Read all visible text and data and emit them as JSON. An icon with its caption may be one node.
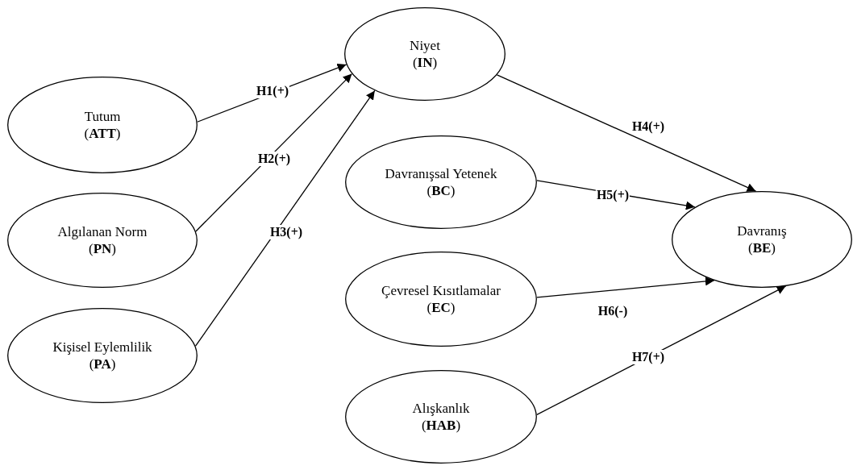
{
  "diagram": {
    "nodes": [
      {
        "text": [
          "Niyet",
          "(**IN**)"
        ]
      },
      {
        "text": [
          "Tutum",
          "(**ATT**)"
        ]
      },
      {
        "text": [
          "Algılanan Norm",
          "(**PN**)"
        ]
      },
      {
        "text": [
          "Kişisel Eylemlilik",
          "(**PA**)"
        ]
      },
      {
        "text": [
          "Davranışsal Yetenek",
          "(**BC**)"
        ]
      },
      {
        "text": [
          "Çevresel Kısıtlamalar",
          "(**EC**)"
        ]
      },
      {
        "text": [
          "Alışkanlık",
          "(**HAB**)"
        ]
      },
      {
        "text": [
          "Davranış",
          "(**BE**)"
        ]
      }
    ],
    "edges": [
      {
        "from": 1,
        "to": 0,
        "arrow": "to",
        "label": "H1(+)"
      },
      {
        "from": 2,
        "to": 0,
        "arrow": "to",
        "label": "H2(+)"
      },
      {
        "from": 3,
        "to": 0,
        "arrow": "to",
        "label": "H3(+)"
      },
      {
        "from": 0,
        "to": 7,
        "arrow": "to",
        "label": "H4(+)"
      },
      {
        "from": 4,
        "to": 7,
        "arrow": "to",
        "label": "H5(+)"
      },
      {
        "from": 5,
        "to": 7,
        "arrow": "to",
        "label": "H6(-)"
      },
      {
        "from": 6,
        "to": 7,
        "arrow": "to",
        "label": "H7(+)"
      }
    ]
  }
}
